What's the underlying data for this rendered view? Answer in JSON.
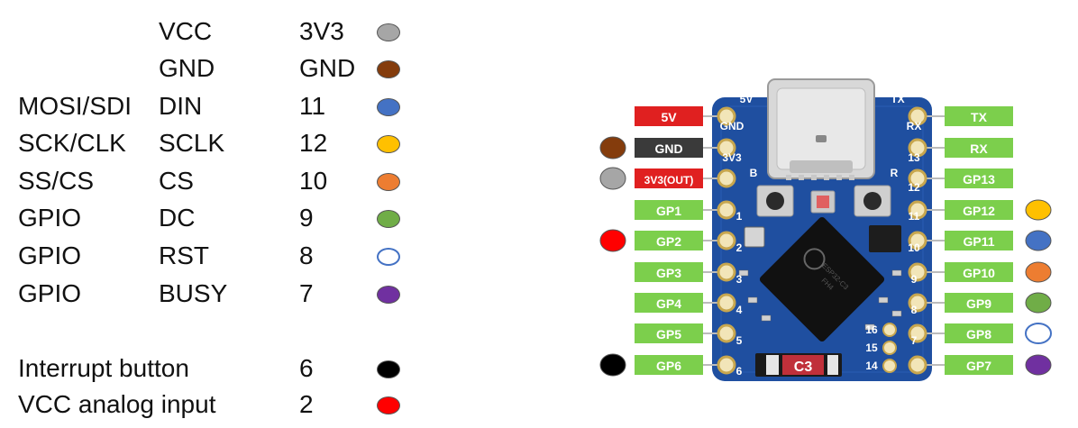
{
  "pin_table": {
    "rows": [
      {
        "func": "",
        "name": "VCC",
        "pin": "3V3",
        "color": "#a6a6a6",
        "hollow": false
      },
      {
        "func": "",
        "name": "GND",
        "pin": "GND",
        "color": "#843c0c",
        "hollow": false
      },
      {
        "func": "MOSI/SDI",
        "name": "DIN",
        "pin": "11",
        "color": "#4472c4",
        "hollow": false
      },
      {
        "func": "SCK/CLK",
        "name": "SCLK",
        "pin": "12",
        "color": "#ffc000",
        "hollow": false
      },
      {
        "func": "SS/CS",
        "name": "CS",
        "pin": "10",
        "color": "#ed7d31",
        "hollow": false
      },
      {
        "func": "GPIO",
        "name": "DC",
        "pin": "9",
        "color": "#70ad47",
        "hollow": false
      },
      {
        "func": "GPIO",
        "name": "RST",
        "pin": "8",
        "color": "#4472c4",
        "hollow": true
      },
      {
        "func": "GPIO",
        "name": "BUSY",
        "pin": "7",
        "color": "#7030a0",
        "hollow": false
      }
    ],
    "extra_rows": [
      {
        "label": "Interrupt button",
        "pin": "6",
        "color": "#000000"
      },
      {
        "label": "VCC analog input",
        "pin": "2",
        "color": "#ff0000"
      }
    ]
  },
  "board": {
    "colors": {
      "pcb": "#1f4fa0",
      "pin_green": "#7ccf4c",
      "pin_red": "#e02020",
      "pin_dark": "#3a3a3a"
    },
    "left_pins": [
      {
        "label": "5V",
        "style": "red",
        "dot": null,
        "hollow": false
      },
      {
        "label": "GND",
        "style": "dark",
        "dot": "#843c0c",
        "hollow": false
      },
      {
        "label": "3V3(OUT)",
        "style": "red",
        "dot": "#a6a6a6",
        "hollow": false
      },
      {
        "label": "GP1",
        "style": "green",
        "dot": null,
        "hollow": false
      },
      {
        "label": "GP2",
        "style": "green",
        "dot": "#ff0000",
        "hollow": false
      },
      {
        "label": "GP3",
        "style": "green",
        "dot": null,
        "hollow": false
      },
      {
        "label": "GP4",
        "style": "green",
        "dot": null,
        "hollow": false
      },
      {
        "label": "GP5",
        "style": "green",
        "dot": null,
        "hollow": false
      },
      {
        "label": "GP6",
        "style": "green",
        "dot": "#000000",
        "hollow": false
      }
    ],
    "right_pins": [
      {
        "label": "TX",
        "style": "green",
        "dot": null,
        "hollow": false
      },
      {
        "label": "RX",
        "style": "green",
        "dot": null,
        "hollow": false
      },
      {
        "label": "GP13",
        "style": "green",
        "dot": null,
        "hollow": false
      },
      {
        "label": "GP12",
        "style": "green",
        "dot": "#ffc000",
        "hollow": false
      },
      {
        "label": "GP11",
        "style": "green",
        "dot": "#4472c4",
        "hollow": false
      },
      {
        "label": "GP10",
        "style": "green",
        "dot": "#ed7d31",
        "hollow": false
      },
      {
        "label": "GP9",
        "style": "green",
        "dot": "#70ad47",
        "hollow": false
      },
      {
        "label": "GP8",
        "style": "green",
        "dot": "#4472c4",
        "hollow": true
      },
      {
        "label": "GP7",
        "style": "green",
        "dot": "#7030a0",
        "hollow": false
      }
    ],
    "silk_left": [
      "5V",
      "GND",
      "3V3",
      "B",
      "1",
      "2",
      "3",
      "4",
      "5",
      "6"
    ],
    "silk_right": [
      "TX",
      "RX",
      "13",
      "R",
      "12",
      "11",
      "10",
      "9",
      "8",
      "7"
    ],
    "silk_bottom": [
      "16",
      "15",
      "14"
    ],
    "chip_label": "C3",
    "chip_text": [
      "ESP32-C3",
      "FH4"
    ]
  }
}
